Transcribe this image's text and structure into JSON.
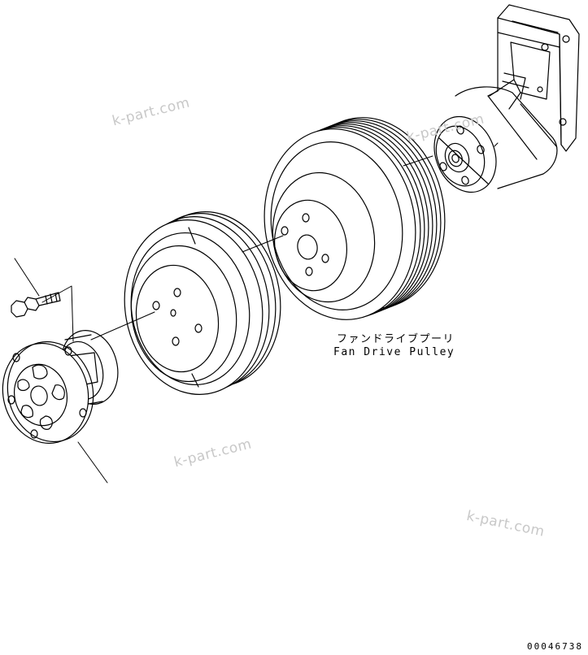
{
  "part": {
    "label_ja": "ファンドライブプーリ",
    "label_en": "Fan Drive Pulley"
  },
  "watermark": {
    "text": "k-part.com"
  },
  "document_number": "00046738"
}
